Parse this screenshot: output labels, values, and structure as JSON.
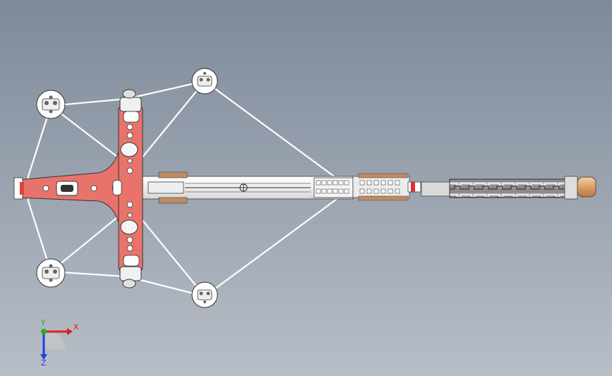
{
  "viewport": {
    "background_top": "#7f8999",
    "background_bottom": "#b8bec7"
  },
  "model": {
    "accent_color": "#e8736b",
    "carbon_color": "#9a9a9a",
    "string_color": "#ffffff"
  },
  "triad": {
    "x_label": "X",
    "y_label": "Y",
    "z_label": "Z",
    "x_color": "#e02020",
    "y_color": "#20b020",
    "z_color": "#2040e0"
  }
}
